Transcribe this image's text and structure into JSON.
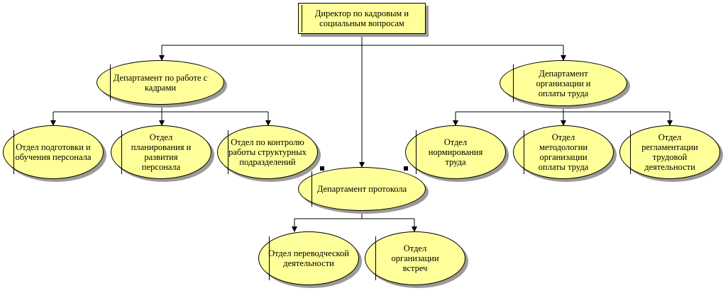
{
  "nodes": {
    "director": "Директор по кадровым и\nсоциальным вопросам",
    "dept_hr": "Департамент по работе с\nкадрами",
    "dept_labor": "Департамент\nорганизации и\nоплаты труда",
    "dept_protocol": "Департамент протокола",
    "training": "Отдел подготовки и\nобучения персонала",
    "planning": "Отдел\nпланирования и\nразвития\nперсонала",
    "control": "Отдел по контролю\nработы структурных\nподразделений",
    "norming": "Отдел\nнормирования\nтруда",
    "methodology": "Отдел\nметодологии\nорганизации\nоплаты труда",
    "regulation": "Отдел\nрегламентации\nтрудовой\nдеятельности",
    "translation": "Отдел переводческой\nдеятельности",
    "meetings": "Отдел\nорганизации\nвстреч"
  },
  "colors": {
    "node_fill": "#ffff99",
    "shadow": "#9a9a9a",
    "line": "#000000"
  }
}
